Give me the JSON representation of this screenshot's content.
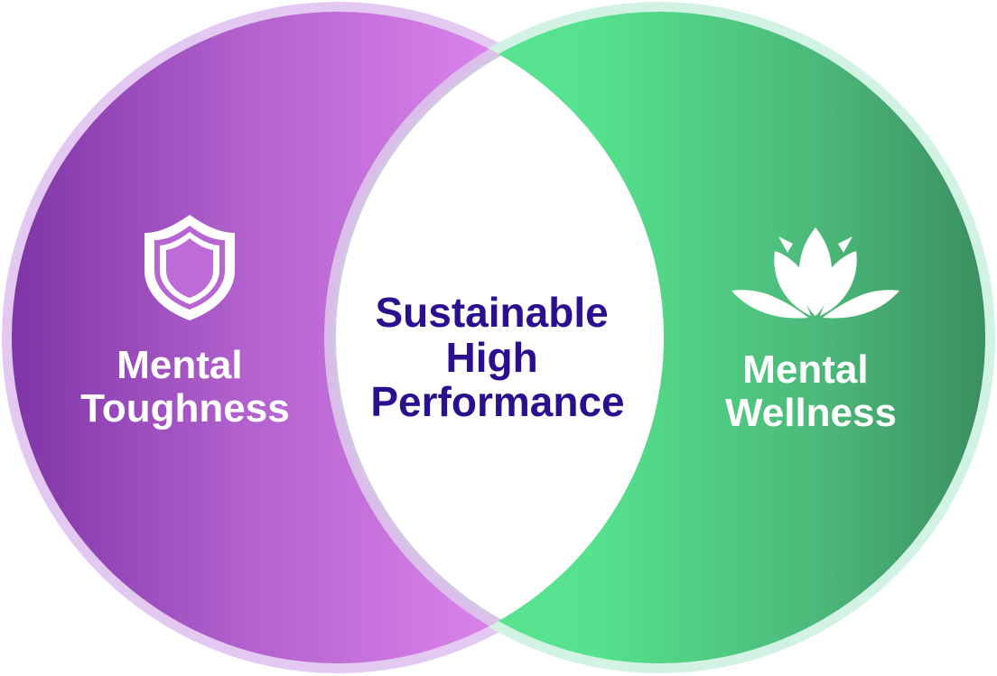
{
  "diagram": {
    "left": {
      "line1": "Mental",
      "line2": "Toughness",
      "icon": "shield-icon"
    },
    "right": {
      "line1": "Mental",
      "line2": "Wellness",
      "icon": "lotus-icon"
    },
    "center": {
      "line1": "Sustainable",
      "line2": "High",
      "line3": "Performance"
    }
  },
  "colors": {
    "left_circle_dark": "#8a3fb0",
    "left_circle_light": "#d77fe8",
    "left_ring": "#e2c6f1",
    "right_circle_light": "#57e38e",
    "right_circle_dark": "#3f9a68",
    "right_ring": "#d0f1e2",
    "center_text": "#2a0f8e",
    "label_text": "#ffffff"
  }
}
